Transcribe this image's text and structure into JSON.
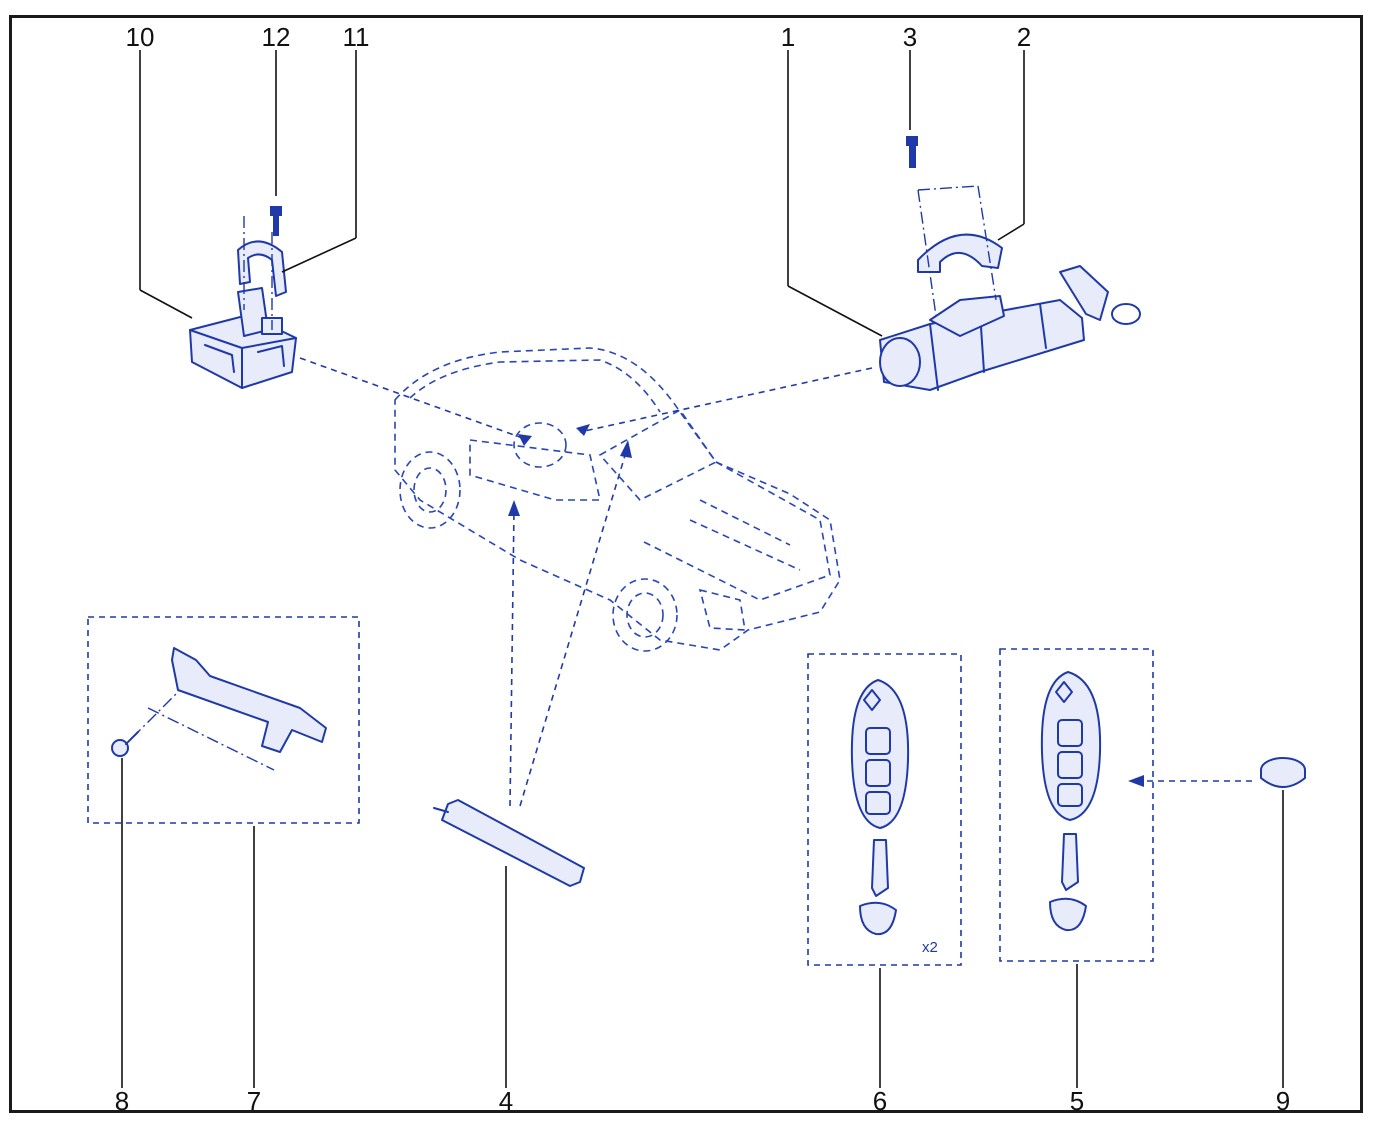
{
  "callouts": {
    "c1": "1",
    "c2": "2",
    "c3": "3",
    "c4": "4",
    "c5": "5",
    "c6": "6",
    "c7": "7",
    "c8": "8",
    "c9": "9",
    "c10": "10",
    "c11": "11",
    "c12": "12"
  },
  "quantity_note": "x2",
  "colors": {
    "line_art": "#1f3aa8",
    "callout_text": "#111111",
    "frame": "#1a1a1a"
  }
}
